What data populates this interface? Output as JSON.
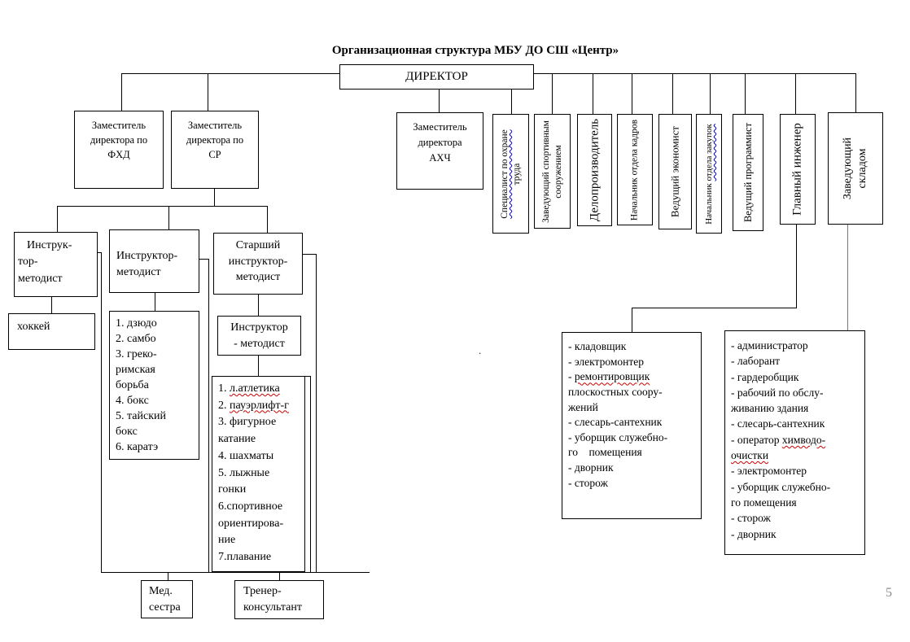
{
  "title": "Организационная структура МБУ ДО СШ «Центр»",
  "page_number": "5",
  "stray_mark": ".",
  "boxes": {
    "director": "ДИРЕКТОР",
    "deputy_fhd": [
      "Заместитель",
      "директора по",
      "ФХД"
    ],
    "deputy_sr": [
      "Заместитель",
      "директора по",
      "СР"
    ],
    "deputy_ahch": [
      "Заместитель",
      "директора",
      "АХЧ"
    ],
    "safety_specialist": {
      "underlined": "Специалист по охране",
      "rest": " труда"
    },
    "sports_facility_manager": "Заведующий спортивным сооружением",
    "records_clerk": "Делопроизводитель",
    "hr_department_head": "Начальник отдела кадров",
    "lead_economist": "Ведущий экономист",
    "procurement_head": {
      "prefix": "Начальник ",
      "underlined": "отдела закупок"
    },
    "lead_programmer": "Ведущий программист",
    "chief_engineer": "Главный инженер",
    "warehouse_manager": "Заведующий складом",
    "instructor_methodist_1": [
      "Инструк-",
      "тор-",
      "методист"
    ],
    "instructor_methodist_2": [
      "Инструктор-",
      "методист"
    ],
    "senior_instructor_methodist": [
      "Старший",
      "инструктор-",
      "методист"
    ],
    "hockey": "хоккей",
    "instructor_methodist_3": [
      "Инструктор",
      "- методист"
    ],
    "med_nurse": [
      "Мед.",
      "сестра"
    ],
    "trainer_consultant": [
      "Тренер-",
      "консультант"
    ]
  },
  "lists": {
    "combat_sports": [
      "1. дзюдо",
      "2. самбо",
      "3. греко-",
      "римская",
      "борьба",
      "4. бокс",
      "5. тайский",
      "бокс",
      "6. каратэ"
    ],
    "sports": {
      "l1_pre": "1. ",
      "l1_red": "л.атлетика",
      "l2_pre": "2. ",
      "l2_red": "пауэрлифт-г",
      "rest": [
        "3. фигурное",
        "катание",
        "4. шахматы",
        "5. лыжные",
        "гонки",
        "6.спортивное",
        "ориентирова-",
        "ние",
        "7.плавание"
      ]
    },
    "engineer_staff": {
      "top": [
        "- кладовщик",
        "- электромонтер"
      ],
      "l3_pre": "- ",
      "l3_red": "ремонтировщик",
      "rest": [
        "плоскостных соору-",
        "жений",
        "- слесарь-сантехник",
        "- уборщик служебно-",
        "го    помещения",
        "- дворник",
        "- сторож"
      ]
    },
    "building_staff": {
      "top": [
        "- администратор",
        "- лаборант",
        "- гардеробщик",
        "- рабочий по обслу-",
        "живанию здания",
        "- слесарь-сантехник"
      ],
      "l7_pre": "- оператор ",
      "l7_red": "химводо-",
      "l8_red": "очистки",
      "rest": [
        "- электромонтер",
        "- уборщик служебно-",
        "го помещения",
        "- сторож",
        "- дворник"
      ]
    }
  }
}
